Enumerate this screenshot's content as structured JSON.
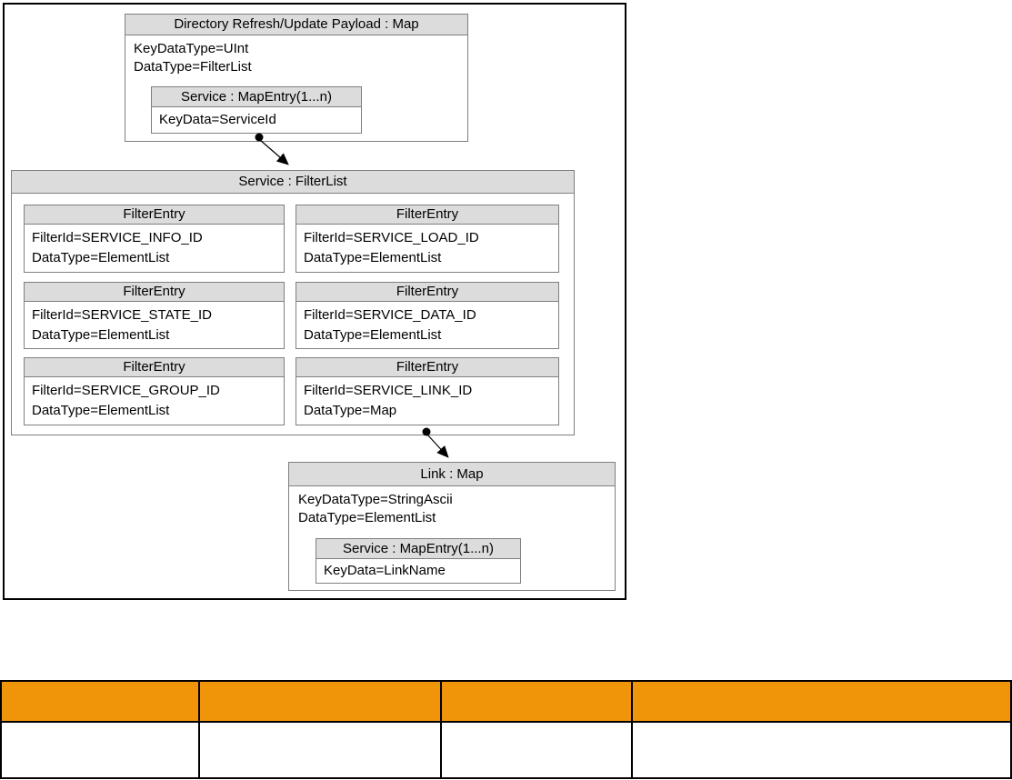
{
  "colors": {
    "table_header_orange": "#f0940a",
    "box_header_gray": "#dcdcdc",
    "box_border_gray": "#7f7f7f",
    "frame_border_black": "#000000"
  },
  "diagram": {
    "payload": {
      "title": "Directory Refresh/Update Payload : Map",
      "line1": "KeyDataType=UInt",
      "line2": "DataType=FilterList",
      "entry": {
        "title": "Service : MapEntry(1...n)",
        "line1": "KeyData=ServiceId"
      }
    },
    "filter_list": {
      "title": "Service : FilterList",
      "entries": [
        {
          "title": "FilterEntry",
          "line1": "FilterId=SERVICE_INFO_ID",
          "line2": "DataType=ElementList"
        },
        {
          "title": "FilterEntry",
          "line1": "FilterId=SERVICE_LOAD_ID",
          "line2": "DataType=ElementList"
        },
        {
          "title": "FilterEntry",
          "line1": "FilterId=SERVICE_STATE_ID",
          "line2": "DataType=ElementList"
        },
        {
          "title": "FilterEntry",
          "line1": "FilterId=SERVICE_DATA_ID",
          "line2": "DataType=ElementList"
        },
        {
          "title": "FilterEntry",
          "line1": "FilterId=SERVICE_GROUP_ID",
          "line2": "DataType=ElementList"
        },
        {
          "title": "FilterEntry",
          "line1": "FilterId=SERVICE_LINK_ID",
          "line2": "DataType=Map"
        }
      ]
    },
    "link": {
      "title": "Link : Map",
      "line1": "KeyDataType=StringAscii",
      "line2": "DataType=ElementList",
      "entry": {
        "title": "Service : MapEntry(1...n)",
        "line1": "KeyData=LinkName"
      }
    }
  },
  "table": {
    "columns": [
      "",
      "",
      "",
      ""
    ],
    "rows": [
      [
        "",
        "",
        "",
        ""
      ]
    ]
  }
}
